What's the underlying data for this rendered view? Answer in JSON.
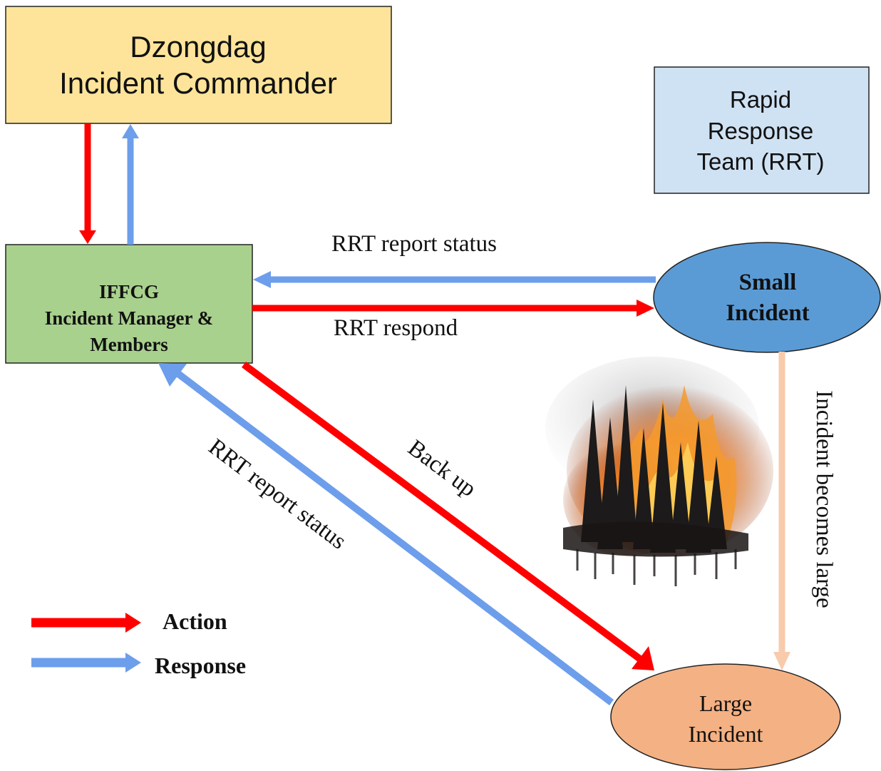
{
  "nodes": {
    "commander": {
      "lines": [
        "Dzongdag",
        "Incident Commander"
      ],
      "fill": "#fde49a"
    },
    "rrt": {
      "lines": [
        "Rapid",
        "Response",
        "Team (RRT)"
      ],
      "fill": "#cfe2f3"
    },
    "iffcg": {
      "lines": [
        "IFFCG",
        "Incident Manager &",
        "Members"
      ],
      "fill": "#a9d18e"
    },
    "small": {
      "lines": [
        "Small",
        "Incident"
      ],
      "fill": "#5b9bd5"
    },
    "large": {
      "lines": [
        "Large",
        "Incident"
      ],
      "fill": "#f4b183"
    }
  },
  "edges": {
    "rrt_report_status_top": "RRT report status",
    "rrt_respond": "RRT respond",
    "back_up": "Back up",
    "rrt_report_status_diag": "RRT report status",
    "incident_becomes_large": "Incident becomes large"
  },
  "legend": {
    "action": "Action",
    "response": "Response"
  },
  "colors": {
    "action": "#ff0000",
    "response": "#6d9eeb",
    "escalation": "#f8cbad"
  },
  "illustration": "burning-forest-icon"
}
